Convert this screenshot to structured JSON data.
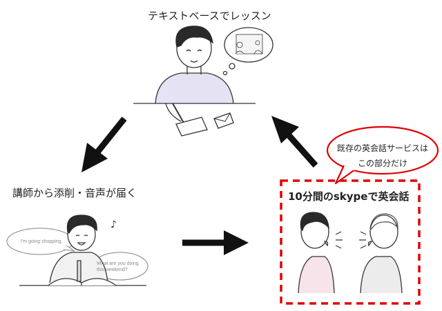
{
  "steps": {
    "top_label": "テキストベースでレッスン",
    "left_label": "講師から添削・音声が届く",
    "right_label": "10分間のskypeで英会話"
  },
  "callout": {
    "line1": "既存の英会話サービスは",
    "line2": "この部分だけ"
  },
  "speech": {
    "bubble1": "I'm going shopping.",
    "bubble2": "What are you doing this weekend?"
  },
  "colors": {
    "arrow": "#111111",
    "highlight_border": "#e00000",
    "line_art": "#333333",
    "shirt_purple": "#e4e2f3",
    "shirt_pink": "#f7e4ea",
    "shirt_gray": "#ececec"
  }
}
